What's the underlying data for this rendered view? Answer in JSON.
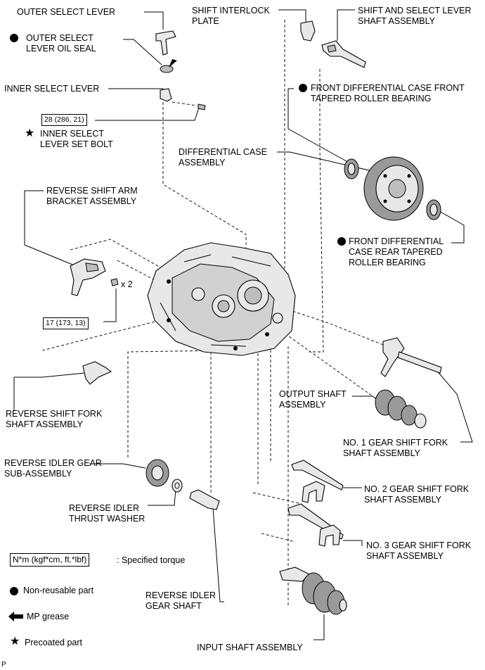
{
  "labels": {
    "outer_select_lever": "OUTER SELECT LEVER",
    "outer_select_lever_oil_seal": "OUTER SELECT\nLEVER OIL SEAL",
    "inner_select_lever": "INNER SELECT LEVER",
    "inner_select_lever_set_bolt": "INNER SELECT\nLEVER SET BOLT",
    "shift_interlock_plate": "SHIFT INTERLOCK\nPLATE",
    "shift_select_lever_shaft": "SHIFT AND SELECT LEVER\nSHAFT ASSEMBLY",
    "front_diff_front_bearing": "FRONT DIFFERENTIAL CASE FRONT\nTAPERED ROLLER BEARING",
    "differential_case": "DIFFERENTIAL CASE\nASSEMBLY",
    "front_diff_rear_bearing": "FRONT DIFFERENTIAL\nCASE REAR TAPERED\nROLLER BEARING",
    "reverse_shift_arm_bracket": "REVERSE SHIFT ARM\nBRACKET ASSEMBLY",
    "reverse_shift_fork_shaft": "REVERSE SHIFT FORK\nSHAFT ASSEMBLY",
    "output_shaft": "OUTPUT SHAFT\nASSEMBLY",
    "no1_gear_shift_fork_shaft": "NO. 1 GEAR SHIFT FORK\nSHAFT ASSEMBLY",
    "reverse_idler_gear": "REVERSE IDLER GEAR\nSUB-ASSEMBLY",
    "reverse_idler_thrust_washer": "REVERSE IDLER\nTHRUST WASHER",
    "no2_gear_shift_fork_shaft": "NO. 2 GEAR SHIFT FORK\nSHAFT ASSEMBLY",
    "no3_gear_shift_fork_shaft": "NO. 3 GEAR SHIFT FORK\nSHAFT ASSEMBLY",
    "reverse_idler_gear_shaft": "REVERSE IDLER\nGEAR SHAFT",
    "input_shaft": "INPUT SHAFT ASSEMBLY",
    "quantity_x2": "x 2"
  },
  "torques": {
    "inner_select_bolt": "28 (286, 21)",
    "bracket_bolts": "17 (173, 13)"
  },
  "legend": {
    "torque_box": "N*m (kgf*cm, ft.*lbf)",
    "torque_desc": ": Specified torque",
    "non_reusable": "Non-reusable part",
    "mp_grease": "MP grease",
    "precoated": "Precoated part"
  },
  "footer": {
    "code": "P"
  },
  "symbols": {
    "non_reusable": "black-circle",
    "precoated": "black-star",
    "mp_grease": "black-left-arrow"
  }
}
